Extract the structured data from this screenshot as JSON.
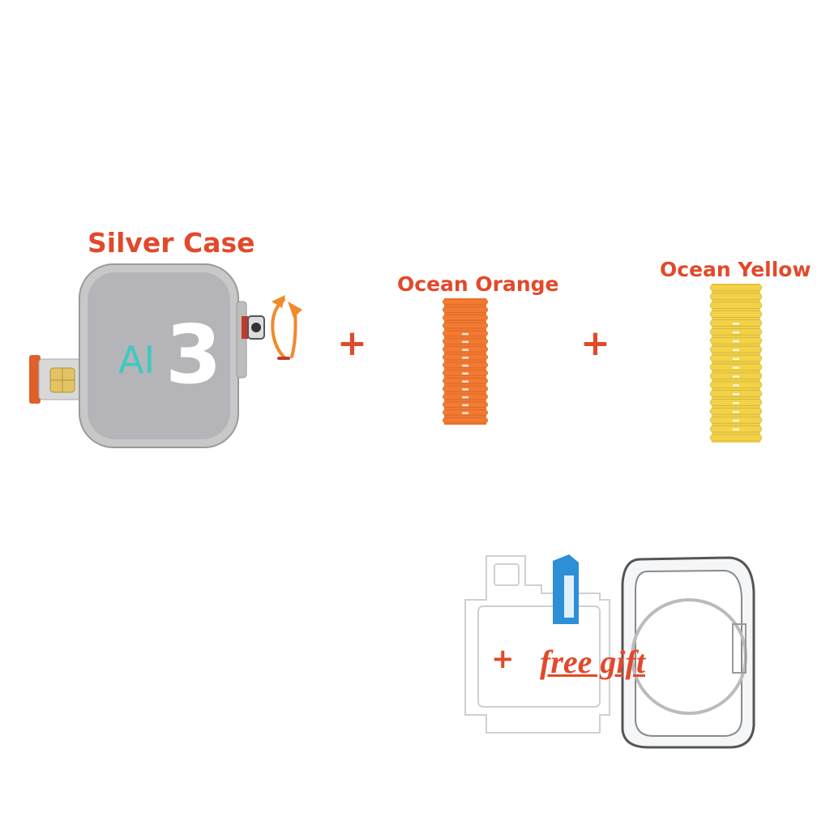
{
  "labels": {
    "case": "Silver Case",
    "band1": "Ocean Orange",
    "band2": "Ocean Yellow"
  },
  "watch_face": {
    "prefix": "AI",
    "number": "3"
  },
  "gift": {
    "plus": "+",
    "text": "free gift"
  },
  "plus_sign": "+",
  "colors": {
    "label_red": "#e2492b",
    "case_silver": "#c2c2c2",
    "face_gray": "#b4b4b8",
    "ai_teal": "#3ec9c0",
    "band_orange": "#f47a32",
    "band_yellow": "#f3d247",
    "arrow_orange": "#f18a2a"
  },
  "icons": [
    "sim-tray-icon",
    "crown-icon",
    "rotate-arrow-icon",
    "screen-protector-icon",
    "protective-case-icon"
  ]
}
